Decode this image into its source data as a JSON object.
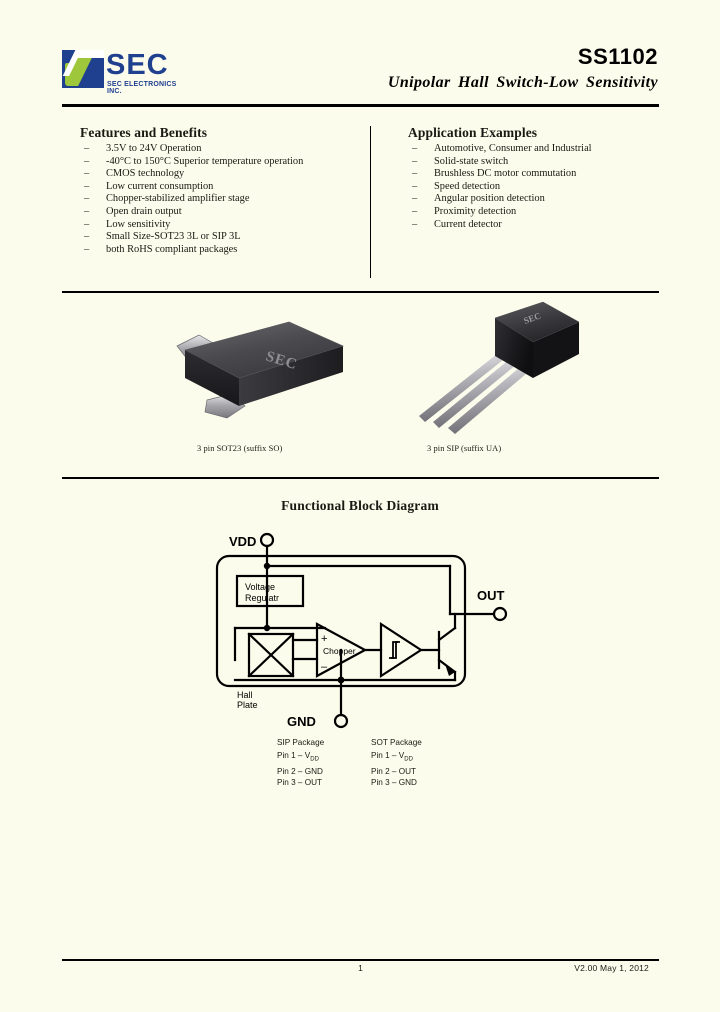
{
  "header": {
    "logo_text": "SEC",
    "logo_subtext": "SEC ELECTRONICS INC.",
    "part_number": "SS1102",
    "subtitle": "Unipolar  Hall  Switch-Low  Sensitivity"
  },
  "features": {
    "title": "Features and Benefits",
    "items": [
      "3.5V to 24V Operation",
      "-40°C to 150°C Superior temperature operation",
      "CMOS technology",
      "Low current consumption",
      "Chopper-stabilized amplifier stage",
      "Open drain output",
      "Low sensitivity",
      "Small Size-SOT23 3L or SIP 3L",
      "both RoHS compliant packages"
    ],
    "bullet": "–"
  },
  "applications": {
    "title": "Application Examples",
    "items": [
      "Automotive, Consumer and Industrial",
      "Solid-state switch",
      "Brushless DC motor commutation",
      "Speed detection",
      "Angular position detection",
      "Proximity detection",
      "Current detector"
    ],
    "bullet": "–"
  },
  "packages": {
    "sot_caption": "3 pin SOT23 (suffix SO)",
    "sip_caption": "3 pin SIP (suffix UA)",
    "marking": "SEC"
  },
  "block_diagram": {
    "title": "Functional Block Diagram",
    "pin_vdd": "VDD",
    "pin_gnd": "GND",
    "pin_out": "OUT",
    "voltage_regulator_line1": "Voltage",
    "voltage_regulator_line2": "Regulatr",
    "chopper": "Chopper",
    "hall_line1": "Hall",
    "hall_line2": "Plate",
    "plus": "+",
    "minus": "–"
  },
  "pin_assignment": {
    "sip_header": "SIP Package",
    "sot_header": "SOT Package",
    "sip_pin1": "Pin 1 – V",
    "sip_pin1_sub": "DD",
    "sip_pin2": "Pin 2 – GND",
    "sip_pin3": "Pin 3 – OUT",
    "sot_pin1": "Pin 1 – V",
    "sot_pin1_sub": "DD",
    "sot_pin2": "Pin 2 – OUT",
    "sot_pin3": "Pin 3 – GND"
  },
  "footer": {
    "page_number": "1",
    "revision": "V2.00   May 1, 2012"
  },
  "colors": {
    "page_background": "#fcfcec",
    "logo_blue": "#1f3f8f",
    "logo_green": "#9ec73b",
    "ink": "#1a1a14"
  }
}
